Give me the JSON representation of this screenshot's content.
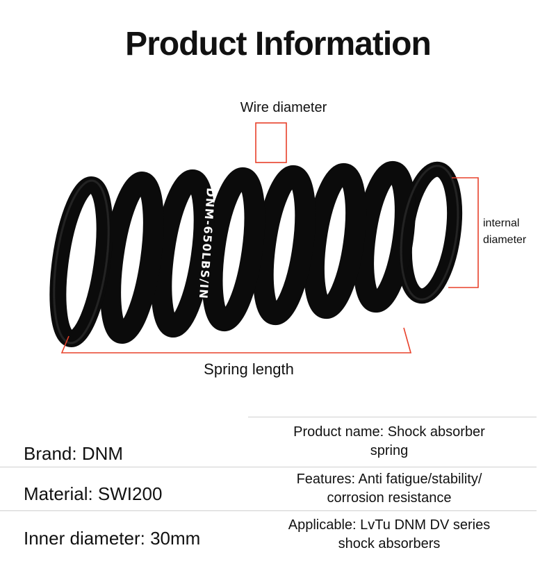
{
  "page": {
    "title": "Product Information"
  },
  "product_image": {
    "spring_label": "DNM-650LBS/IN"
  },
  "annotations": {
    "wire_diameter": "Wire diameter",
    "internal_diameter": {
      "line1": "internal",
      "line2": "diameter"
    },
    "spring_length": "Spring length"
  },
  "specs": {
    "left": [
      "Brand: DNM",
      "Material: SWI200",
      "Inner diameter: 30mm"
    ],
    "right": [
      {
        "line1": "Product name: Shock absorber",
        "line2": "spring"
      },
      {
        "line1": "Features: Anti fatigue/stability/",
        "line2": "corrosion resistance"
      },
      {
        "line1": "Applicable: LvTu DNM DV series",
        "line2": "shock absorbers"
      }
    ]
  },
  "colors": {
    "annotation_red": "#e8402a",
    "spring_black": "#0b0b0b",
    "divider_gray": "#cfcfcf",
    "text_color": "#111111",
    "spring_label_white": "#ffffff"
  }
}
